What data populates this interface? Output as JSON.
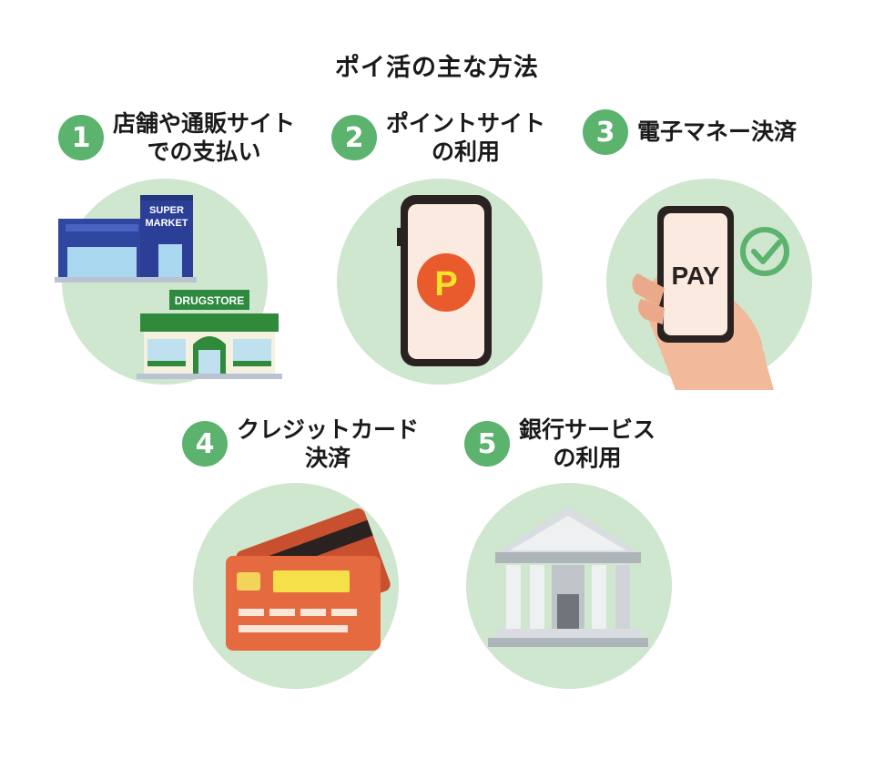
{
  "title": "ポイ活の主な方法",
  "colors": {
    "badge": "#5bb36e",
    "circle": "#cfe6cf"
  },
  "methods": [
    {
      "number": "1",
      "label_line1": "店舗や通販サイト",
      "label_line2": "での支払い",
      "illustration": "supermarket-drugstore",
      "sign_super_1": "SUPER",
      "sign_super_2": "MARKET",
      "sign_drug": "DRUGSTORE"
    },
    {
      "number": "2",
      "label_line1": "ポイントサイト",
      "label_line2": "の利用",
      "illustration": "smartphone-point",
      "icon_text": "P"
    },
    {
      "number": "3",
      "label_line1": "電子マネー決済",
      "label_line2": "",
      "illustration": "hand-phone-pay",
      "screen_text": "PAY"
    },
    {
      "number": "4",
      "label_line1": "クレジットカード",
      "label_line2": "決済",
      "illustration": "credit-cards"
    },
    {
      "number": "5",
      "label_line1": "銀行サービス",
      "label_line2": "の利用",
      "illustration": "bank-building"
    }
  ]
}
